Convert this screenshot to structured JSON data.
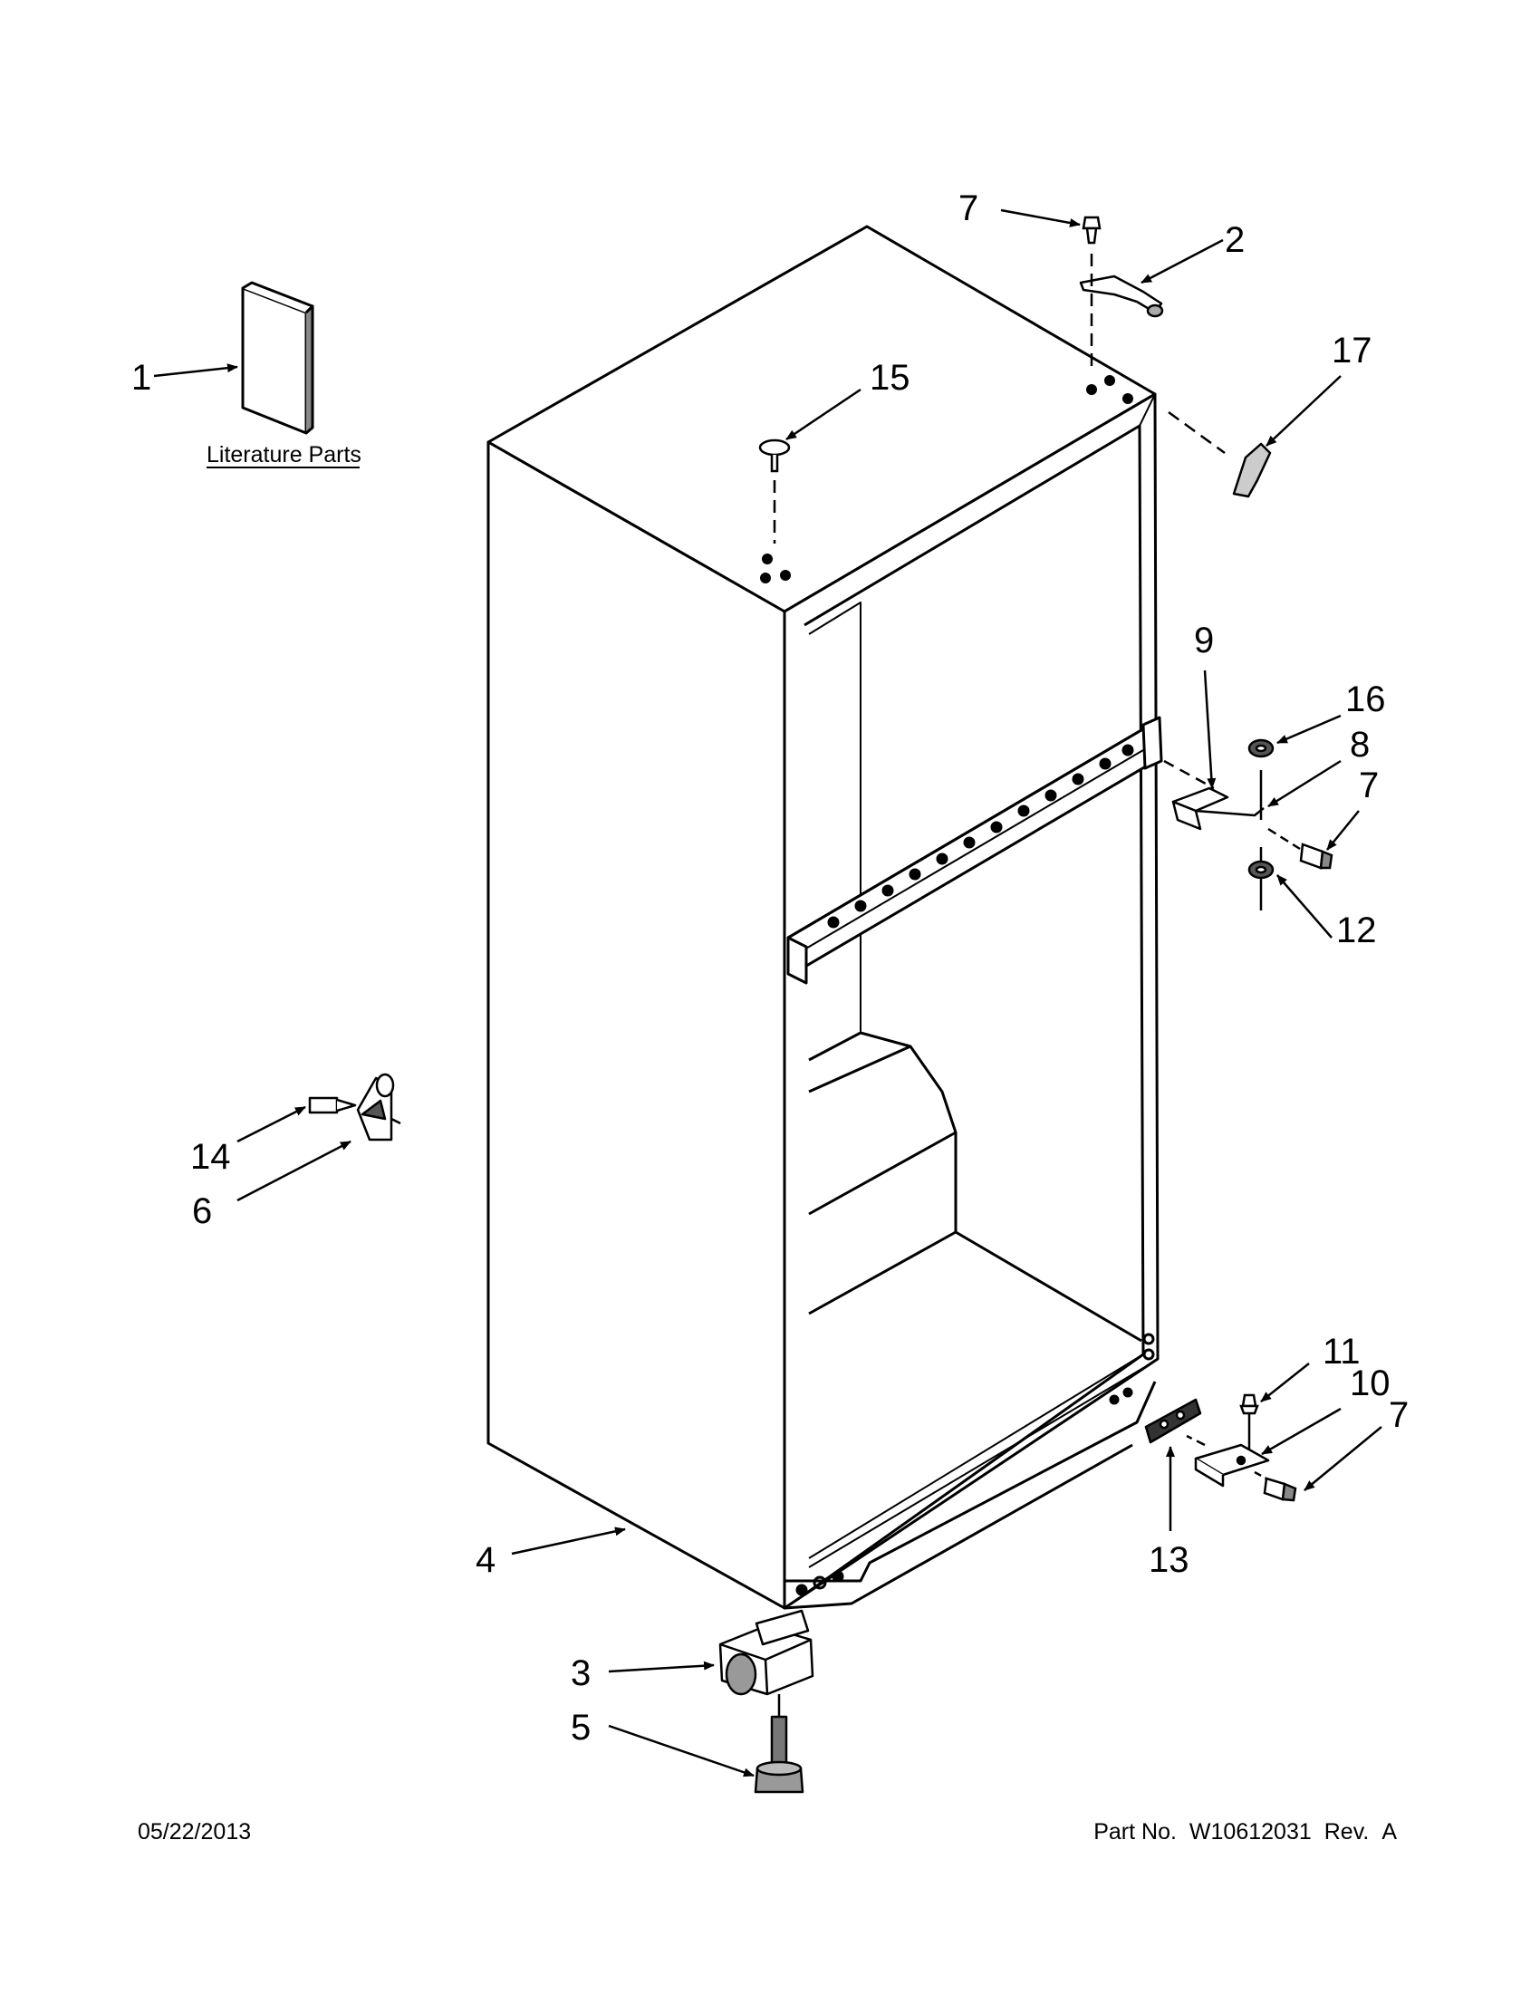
{
  "diagram": {
    "literature_label": "Literature Parts",
    "callouts": {
      "c1": "1",
      "c2": "2",
      "c3": "3",
      "c4": "4",
      "c5": "5",
      "c6": "6",
      "c7a": "7",
      "c7b": "7",
      "c7c": "7",
      "c8": "8",
      "c9": "9",
      "c10": "10",
      "c11": "11",
      "c12": "12",
      "c13": "13",
      "c14": "14",
      "c15": "15",
      "c16": "16",
      "c17": "17"
    }
  },
  "footer": {
    "date": "05/22/2013",
    "part_label": "Part No.",
    "part_number": "W10612031",
    "rev_label": "Rev.",
    "rev": "A"
  }
}
